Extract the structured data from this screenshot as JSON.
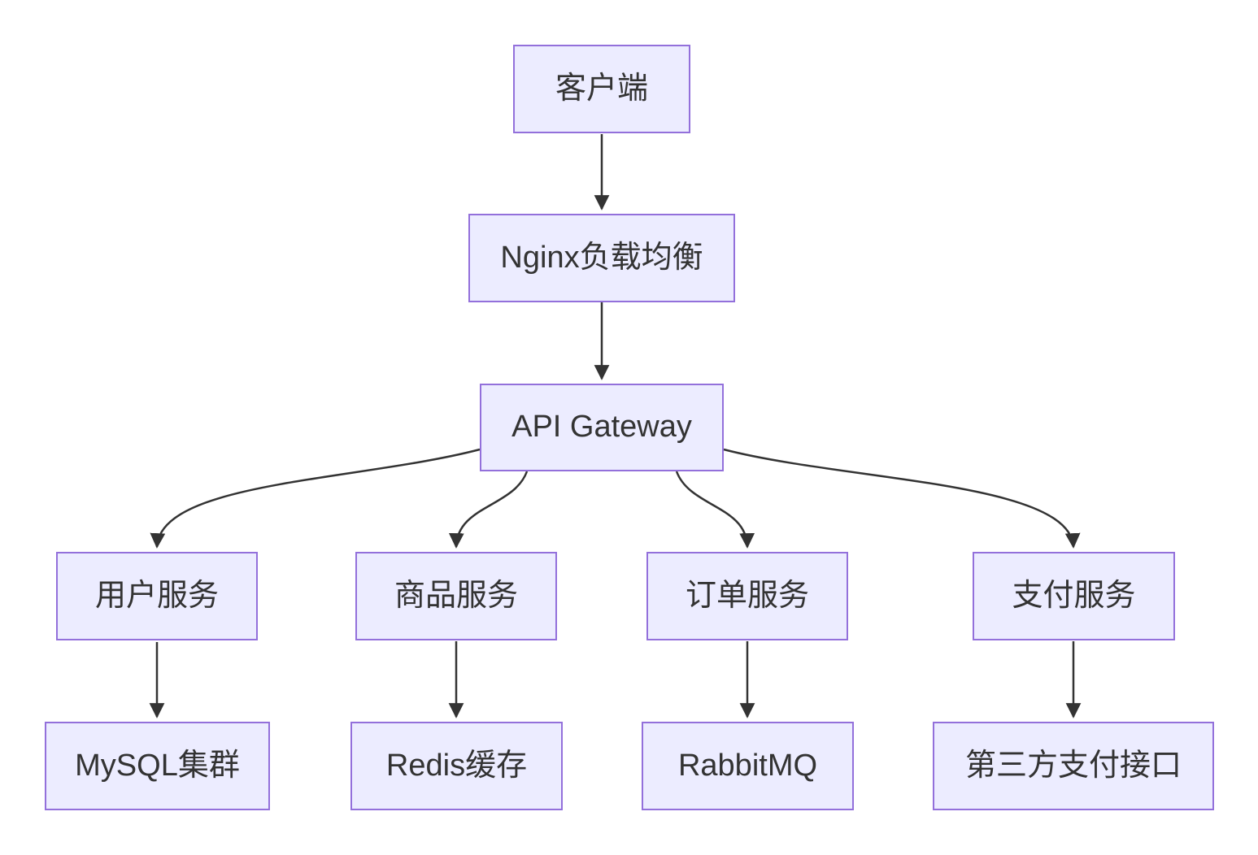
{
  "diagram": {
    "type": "flowchart",
    "direction": "top-down",
    "nodes": {
      "client": {
        "label": "客户端"
      },
      "nginx": {
        "label": "Nginx负载均衡"
      },
      "gateway": {
        "label": "API Gateway"
      },
      "user_service": {
        "label": "用户服务"
      },
      "product_service": {
        "label": "商品服务"
      },
      "order_service": {
        "label": "订单服务"
      },
      "payment_service": {
        "label": "支付服务"
      },
      "mysql": {
        "label": "MySQL集群"
      },
      "redis": {
        "label": "Redis缓存"
      },
      "rabbitmq": {
        "label": "RabbitMQ"
      },
      "third_party_payment": {
        "label": "第三方支付接口"
      }
    },
    "edges": [
      {
        "from": "client",
        "to": "nginx"
      },
      {
        "from": "nginx",
        "to": "gateway"
      },
      {
        "from": "gateway",
        "to": "user_service"
      },
      {
        "from": "gateway",
        "to": "product_service"
      },
      {
        "from": "gateway",
        "to": "order_service"
      },
      {
        "from": "gateway",
        "to": "payment_service"
      },
      {
        "from": "user_service",
        "to": "mysql"
      },
      {
        "from": "product_service",
        "to": "redis"
      },
      {
        "from": "order_service",
        "to": "rabbitmq"
      },
      {
        "from": "payment_service",
        "to": "third_party_payment"
      }
    ],
    "colors": {
      "node_fill": "#ECECFF",
      "node_border": "#9370DB",
      "edge": "#333333",
      "text": "#333333",
      "background": "#FFFFFF"
    }
  }
}
